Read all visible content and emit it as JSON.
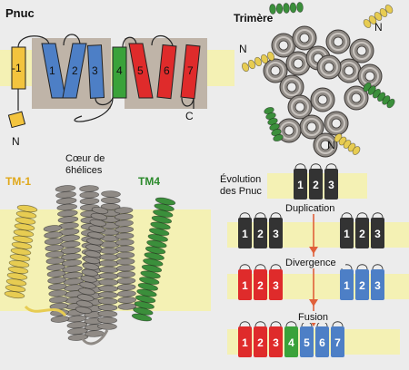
{
  "colors": {
    "membrane": "#f4f1b4",
    "core_box": "#bfb4a8",
    "tm_minus1": "#f3c43e",
    "blue": "#4d7fc6",
    "green": "#3aa23a",
    "red": "#df2b2b",
    "dark": "#333333",
    "arrow": "#e0603a",
    "protein_gray": "#8f8a85",
    "protein_yellow": "#e7cc52",
    "protein_green": "#3b8f3b"
  },
  "topology": {
    "title": "Pnuc",
    "n_label": "N",
    "c_label": "C",
    "helices": [
      "-1",
      "1",
      "2",
      "3",
      "4",
      "5",
      "6",
      "7"
    ]
  },
  "trimer": {
    "title": "Trimère",
    "n_labels": [
      "N",
      "N",
      "N"
    ]
  },
  "structure": {
    "core_label_line1": "Cœur de",
    "core_label_line2": "6hélices",
    "tm1_label": "TM-1",
    "tm4_label": "TM4"
  },
  "evolution": {
    "title_line1": "Évolution",
    "title_line2": "des Pnuc",
    "steps": [
      "Duplication",
      "Divergence",
      "Fusion"
    ],
    "ancestral_numbers": [
      "1",
      "2",
      "3"
    ],
    "fused_numbers": [
      "1",
      "2",
      "3",
      "4",
      "5",
      "6",
      "7"
    ]
  }
}
